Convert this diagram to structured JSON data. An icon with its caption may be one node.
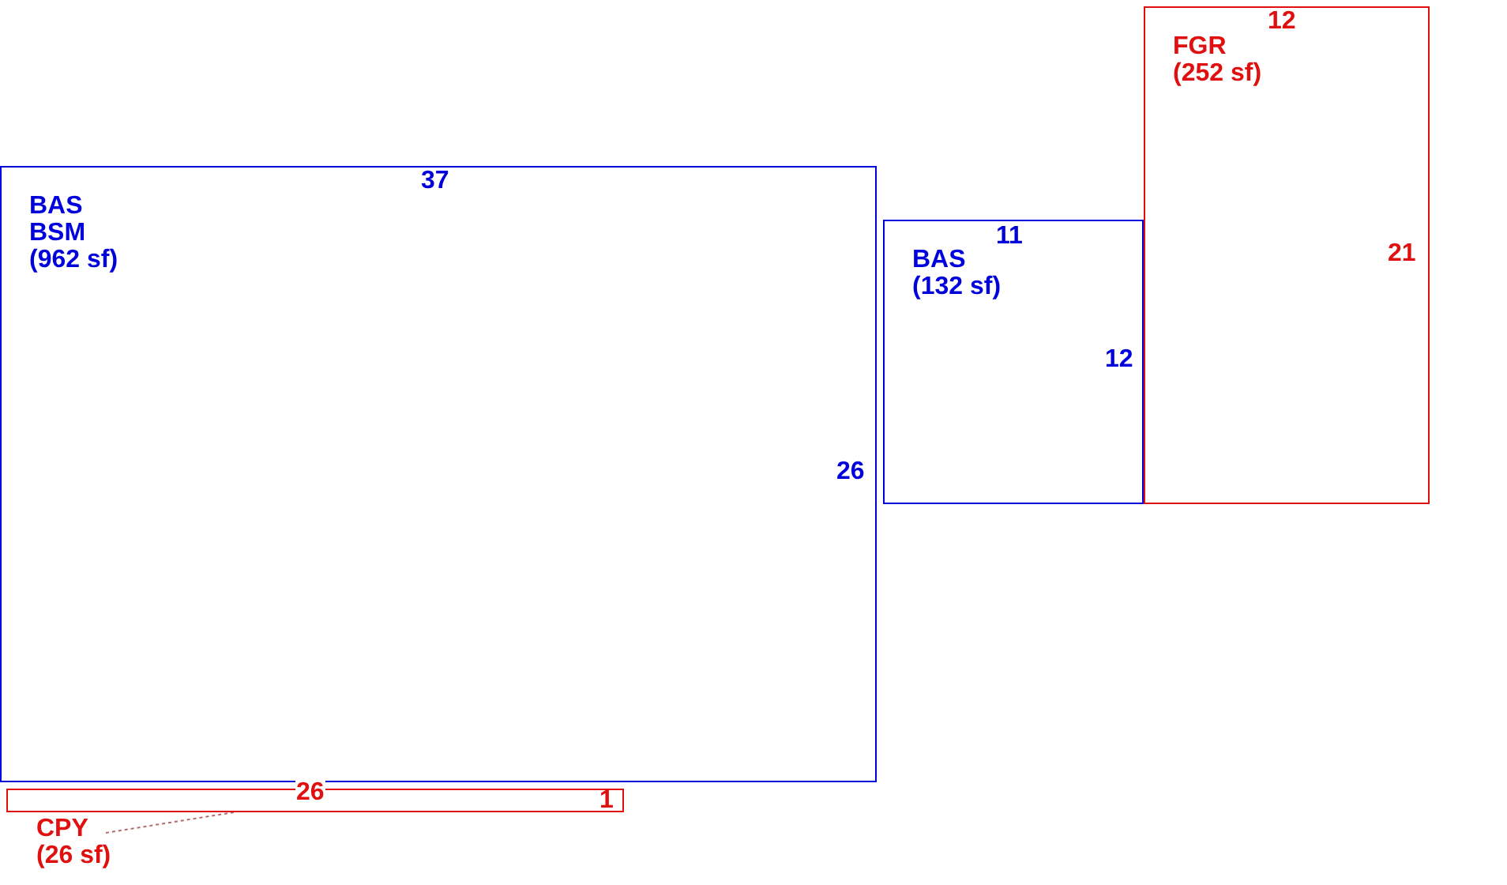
{
  "diagram": {
    "nodes": [
      {
        "text": [
          "BAS",
          "BSM",
          "(962 sf)",
          "37",
          "26"
        ]
      },
      {
        "text": [
          "BAS",
          "(132 sf)",
          "11",
          "12"
        ]
      },
      {
        "text": [
          "FGR",
          "(252 sf)",
          "12",
          "21"
        ]
      },
      {
        "text": [
          "26",
          "1"
        ]
      },
      {
        "text": [
          "CPY",
          "(26 sf)"
        ]
      }
    ],
    "edges": [
      {
        "from": 4,
        "to": 3,
        "arrow": "none",
        "style": "dashed"
      }
    ]
  }
}
